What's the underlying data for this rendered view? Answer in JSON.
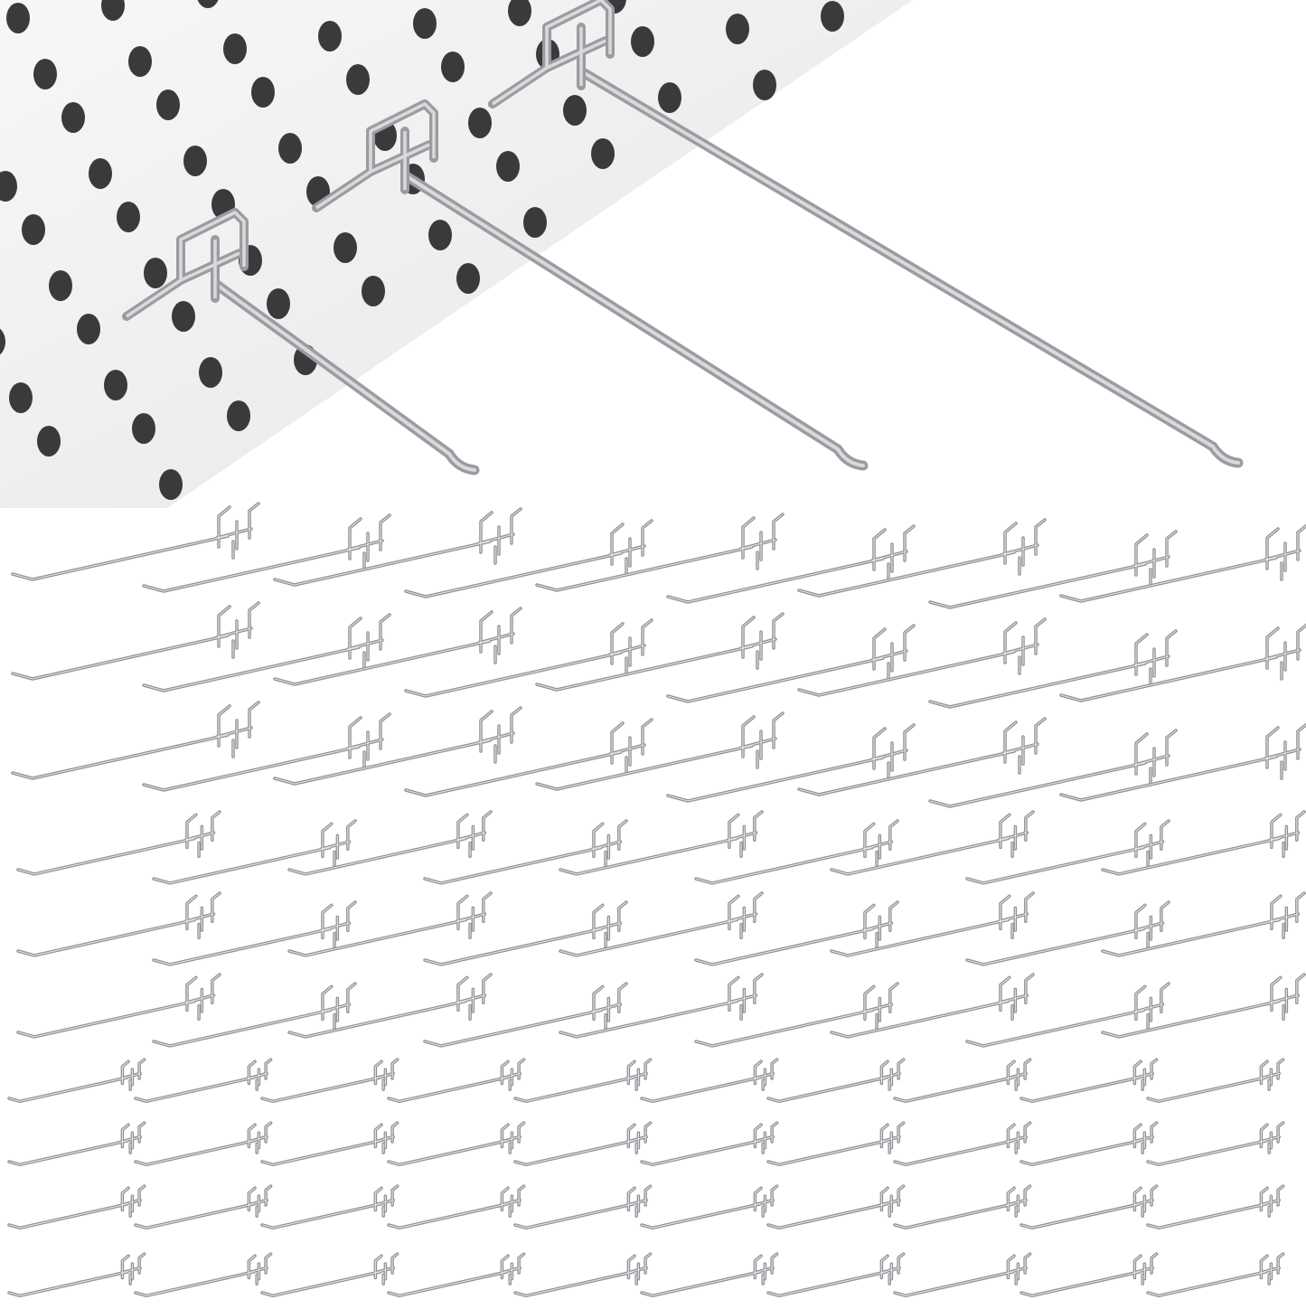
{
  "image": {
    "subject": "pegboard-hooks-product-photo",
    "colors": {
      "board": "#f2f2f2",
      "hole": "#3a3a3c",
      "metal": "#9a9ca0",
      "metal_highlight": "#d8dadd",
      "background": "#ffffff"
    },
    "hero_hooks": 3,
    "grid_rows": [
      {
        "count": 9,
        "size": "large"
      },
      {
        "count": 9,
        "size": "large"
      },
      {
        "count": 9,
        "size": "large"
      },
      {
        "count": 9,
        "size": "medium"
      },
      {
        "count": 9,
        "size": "medium"
      },
      {
        "count": 9,
        "size": "medium"
      },
      {
        "count": 10,
        "size": "small"
      },
      {
        "count": 10,
        "size": "small"
      },
      {
        "count": 10,
        "size": "small"
      },
      {
        "count": 10,
        "size": "small"
      }
    ]
  }
}
